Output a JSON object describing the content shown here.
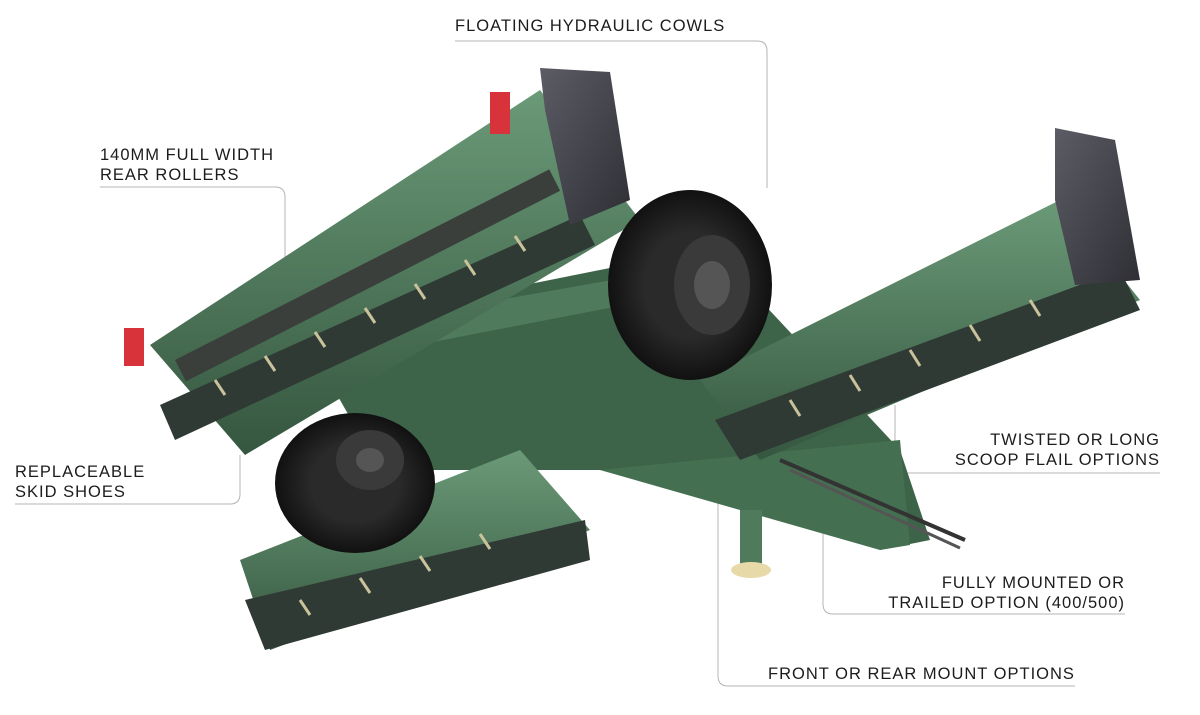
{
  "callouts": {
    "floating_cowls": "FLOATING HYDRAULIC COWLS",
    "rear_rollers_line1": "140MM FULL WIDTH",
    "rear_rollers_line2": "REAR ROLLERS",
    "skid_shoes_line1": "REPLACEABLE",
    "skid_shoes_line2": "SKID SHOES",
    "flail_line1": "TWISTED OR LONG",
    "flail_line2": "SCOOP FLAIL OPTIONS",
    "mounted_line1": "FULLY MOUNTED OR",
    "mounted_line2": "TRAILED OPTION (400/500)",
    "mount_options": "FRONT OR REAR MOUNT OPTIONS"
  },
  "colors": {
    "deck_green": "#4f7a5c",
    "deck_green_dark": "#35563f",
    "cowl_grey": "#4a4a52",
    "tyre": "#1e1e1e",
    "light_red": "#d8333a",
    "leader_line": "#b5b5b5"
  }
}
